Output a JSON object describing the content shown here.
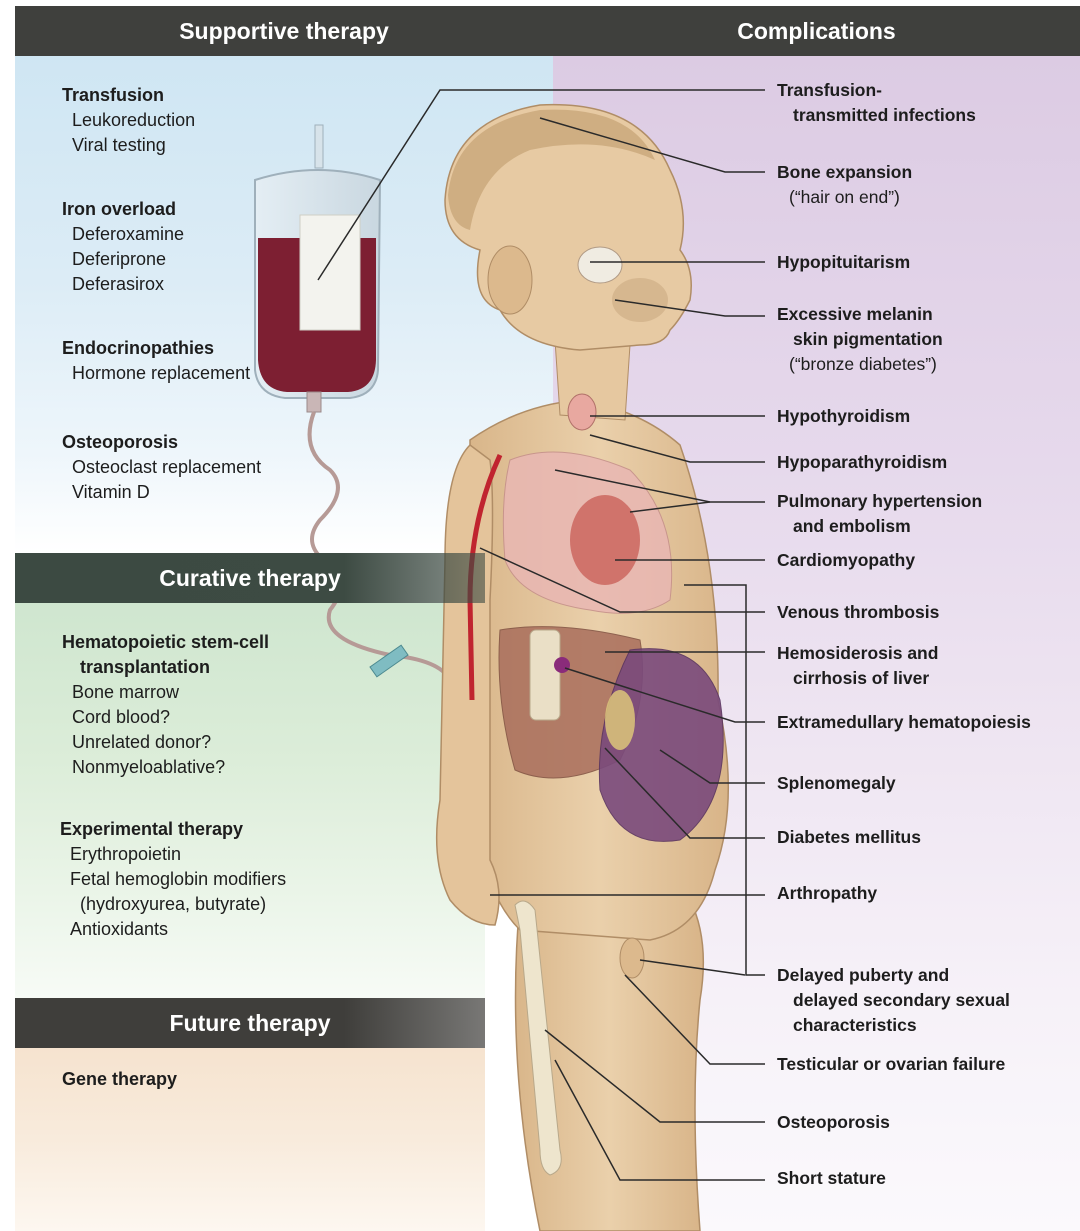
{
  "headers": {
    "supportive": "Supportive therapy",
    "complications": "Complications",
    "curative": "Curative therapy",
    "future": "Future therapy"
  },
  "supportive": {
    "transfusion": {
      "title": "Transfusion",
      "items": [
        "Leukoreduction",
        "Viral testing"
      ]
    },
    "iron": {
      "title": "Iron overload",
      "items": [
        "Deferoxamine",
        "Deferiprone",
        "Deferasirox"
      ]
    },
    "endo": {
      "title": "Endocrinopathies",
      "items": [
        "Hormone replacement"
      ]
    },
    "osteo": {
      "title": "Osteoporosis",
      "items": [
        "Osteoclast replacement",
        "Vitamin D"
      ]
    }
  },
  "curative": {
    "hsct": {
      "title_1": "Hematopoietic stem-cell",
      "title_2": "transplantation",
      "items": [
        "Bone marrow",
        "Cord blood?",
        "Unrelated donor?",
        "Nonmyeloablative?"
      ]
    },
    "experimental": {
      "title": "Experimental therapy",
      "items": [
        "Erythropoietin",
        "Fetal hemoglobin modifiers",
        "(hydroxyurea, butyrate)",
        "Antioxidants"
      ]
    }
  },
  "future": {
    "items": [
      "Gene therapy"
    ]
  },
  "complications": [
    {
      "line1": "Transfusion-",
      "line2": "transmitted infections"
    },
    {
      "line1": "Bone expansion",
      "sub": "(“hair on end”)"
    },
    {
      "line1": "Hypopituitarism"
    },
    {
      "line1": "Excessive melanin",
      "line2": "skin pigmentation",
      "sub": "(“bronze diabetes”)"
    },
    {
      "line1": "Hypothyroidism"
    },
    {
      "line1": "Hypoparathyroidism"
    },
    {
      "line1": "Pulmonary hypertension",
      "line2": "and embolism"
    },
    {
      "line1": "Cardiomyopathy"
    },
    {
      "line1": "Venous thrombosis"
    },
    {
      "line1": "Hemosiderosis and",
      "line2": "cirrhosis of liver"
    },
    {
      "line1": "Extramedullary hematopoiesis"
    },
    {
      "line1": "Splenomegaly"
    },
    {
      "line1": "Diabetes mellitus"
    },
    {
      "line1": "Arthropathy"
    },
    {
      "line1": "Delayed puberty and",
      "line2": "delayed secondary sexual",
      "line3": "characteristics"
    },
    {
      "line1": "Testicular or ovarian failure"
    },
    {
      "line1": "Osteoporosis"
    },
    {
      "line1": "Short stature"
    }
  ],
  "colors": {
    "header_bg": "#3f403d",
    "supportive_bg": "#cfe6f3",
    "complications_bg": "#dccbe3",
    "curative_bg": "#cfe6cf",
    "future_bg": "#f6e3cf",
    "skin": "#e8cba4",
    "blood": "#7a1f2e",
    "spleen": "#7a4a7c"
  }
}
